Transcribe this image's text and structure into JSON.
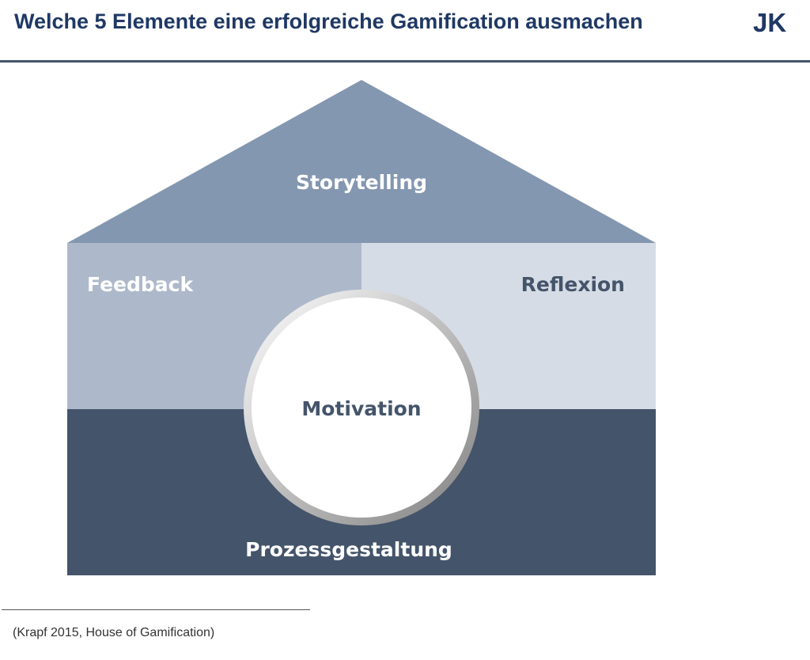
{
  "header": {
    "title": "Welche 5 Elemente eine erfolgreiche Gamification ausmachen",
    "logo": "JK"
  },
  "diagram": {
    "roof": "Storytelling",
    "left_wall": "Feedback",
    "right_wall": "Reflexion",
    "center": "Motivation",
    "foundation": "Prozessgestaltung",
    "colors": {
      "roof": "#8497b0",
      "left": "#adb9ca",
      "right": "#d6dce5",
      "base": "#44546a",
      "text_dark": "#44546a"
    }
  },
  "footer": {
    "source": "(Krapf 2015, House of Gamification)"
  }
}
